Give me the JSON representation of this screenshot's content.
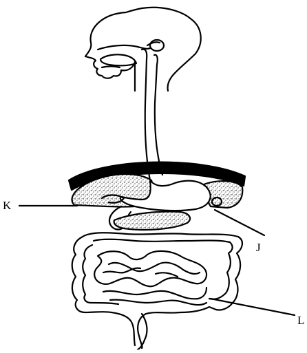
{
  "diagram": {
    "labels": {
      "k": "K",
      "j": "J",
      "l": "L"
    },
    "colors": {
      "stroke": "#000000",
      "background": "#ffffff",
      "stipple": "#000000"
    }
  }
}
